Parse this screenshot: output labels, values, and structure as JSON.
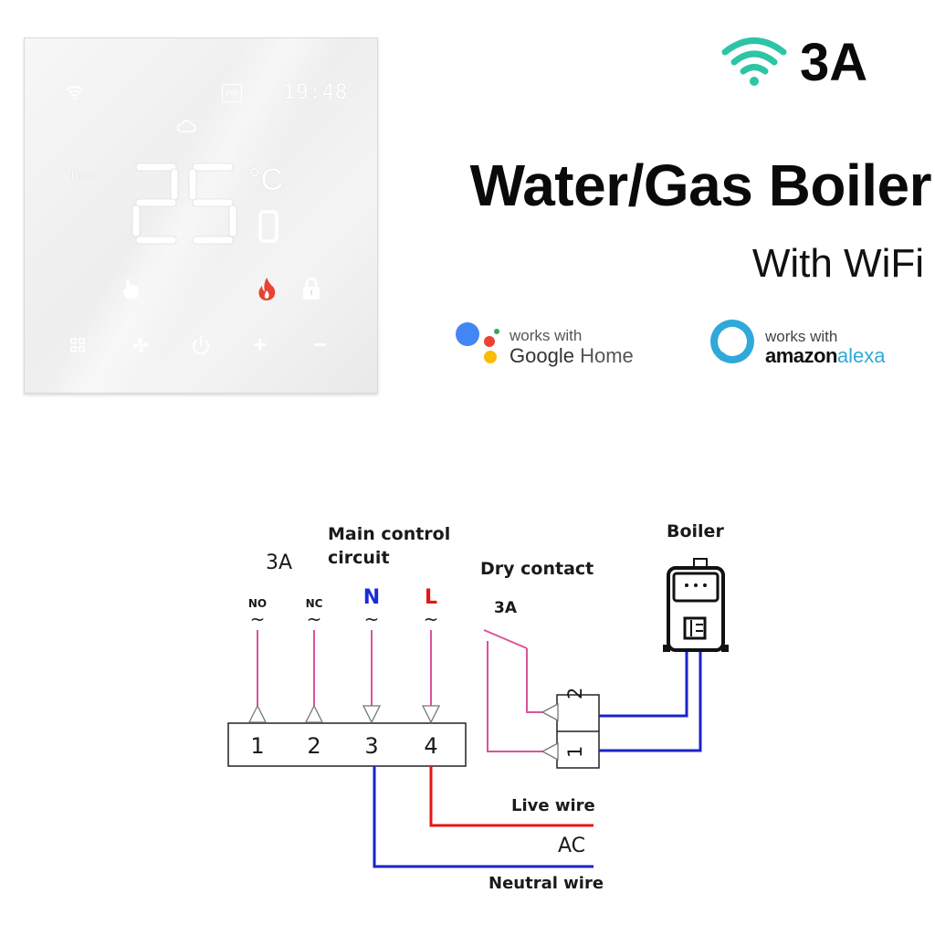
{
  "thermostat": {
    "time": "19:48",
    "room_label": "Room",
    "temperature_integer": "25",
    "temperature_unit": "°C",
    "temperature_decimal": "0",
    "pin_label": "PIN",
    "heating_indicator_color": "#e8432e",
    "controls": [
      "menu",
      "fan",
      "power",
      "plus",
      "minus"
    ],
    "plus_label": "+",
    "minus_label": "−"
  },
  "header": {
    "rating": "3A",
    "title": "Water/Gas Boiler",
    "subtitle": "With WiFi",
    "wifi_color": "#2ec4a6"
  },
  "badges": {
    "google": {
      "small": "works with",
      "brand": "Google",
      "product": "Home"
    },
    "alexa": {
      "small": "works with",
      "brand": "amazon",
      "product": "alexa",
      "color": "#2fa9d9"
    }
  },
  "diagram": {
    "rating_label": "3A",
    "main_control_line1": "Main control",
    "main_control_line2": "circuit",
    "dry_contact_label": "Dry contact",
    "relay_rating": "3A",
    "boiler_label": "Boiler",
    "terminals": [
      {
        "number": "1",
        "label": "NO",
        "tilde": "~"
      },
      {
        "number": "2",
        "label": "NC",
        "tilde": "~"
      },
      {
        "number": "3",
        "label": "N",
        "tilde": "~"
      },
      {
        "number": "4",
        "label": "L",
        "tilde": "~"
      }
    ],
    "boiler_terminals": [
      "2",
      "1"
    ],
    "live_wire": "Live wire",
    "ac": "AC",
    "neutral_wire": "Neutral wire",
    "colors": {
      "pink": "#d9549b",
      "blue": "#1a23c9",
      "red": "#e41616",
      "n_label": "#1a2bd6",
      "l_label": "#e41616"
    }
  }
}
